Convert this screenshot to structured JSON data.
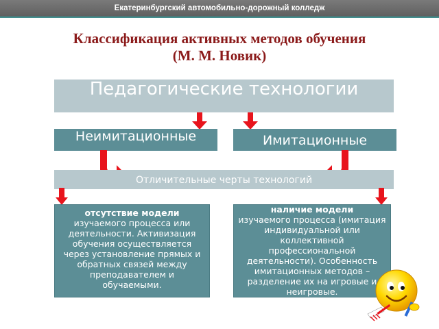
{
  "header": {
    "college": "Екатеринбургский автомобильно-дорожный колледж"
  },
  "title": {
    "line1": "Классификация активных методов обучения",
    "line2": "(М. М. Новик)"
  },
  "diagram": {
    "top_box": "Педагогические технологии",
    "left_type": "Неимитационные",
    "right_type": "Имитационные",
    "features": "Отличительные черты технологий",
    "left_desc": {
      "bold": "отсутствие модели",
      "text": "изучаемого процесса или деятельности. Активизация обучения осуществляется через установление прямых и обратных связей между преподавателем и обучаемыми."
    },
    "right_desc": {
      "bold": "наличие модели",
      "text": "изучаемого процесса (имитация индивидуальной или коллективной профессиональной деятельности). Особенность имитационных методов – разделение их на игровые и неигровые."
    }
  },
  "colors": {
    "title": "#8b1a1a",
    "box_dark": "#5c8e96",
    "box_light": "#b7c8cd",
    "arrow": "#e8141c"
  },
  "icons": [
    "smiley-writing-icon"
  ]
}
